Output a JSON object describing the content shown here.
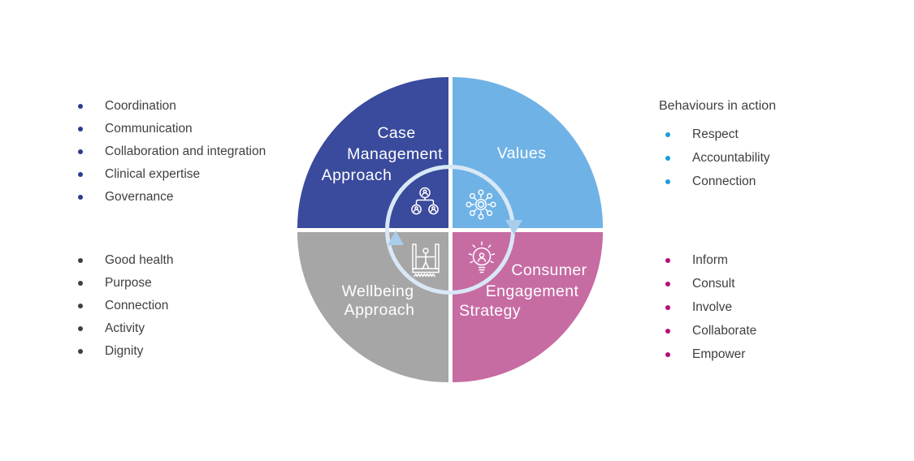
{
  "page": {
    "background_color": "#ffffff",
    "text_color": "#3f3f3f"
  },
  "diagram": {
    "ring_color": "#d9e8f6",
    "arrow_color": "#a9cdec",
    "rotation": "clockwise",
    "quadrants": [
      {
        "name": "case-management-approach",
        "color": "#3a4a9c",
        "icon": "org-chart-icon",
        "lines": [
          "Case",
          "Management",
          "Approach"
        ]
      },
      {
        "name": "values",
        "color": "#6fb2e6",
        "icon": "network-hub-icon",
        "lines": [
          "Values"
        ]
      },
      {
        "name": "wellbeing-approach",
        "color": "#a7a6a6",
        "icon": "person-balance-icon",
        "lines": [
          "Wellbeing",
          "Approach"
        ]
      },
      {
        "name": "consumer-engagement-strategy",
        "color": "#c76ba3",
        "icon": "lightbulb-person-icon",
        "lines": [
          "Consumer",
          "Engagement",
          "Strategy"
        ]
      }
    ]
  },
  "lists": {
    "case_management": {
      "bullet_color": "#2c3a90",
      "items": [
        "Coordination",
        "Communication",
        "Collaboration and integration",
        "Clinical expertise",
        "Governance"
      ]
    },
    "values": {
      "heading": "Behaviours in action",
      "bullet_color": "#1e9cd8",
      "items": [
        "Respect",
        "Accountability",
        "Connection"
      ]
    },
    "wellbeing": {
      "bullet_color": "#3f3f3f",
      "items": [
        "Good health",
        "Purpose",
        "Connection",
        "Activity",
        "Dignity"
      ]
    },
    "consumer_engagement": {
      "bullet_color": "#b40f7a",
      "items": [
        "Inform",
        "Consult",
        "Involve",
        "Collaborate",
        "Empower"
      ]
    }
  }
}
